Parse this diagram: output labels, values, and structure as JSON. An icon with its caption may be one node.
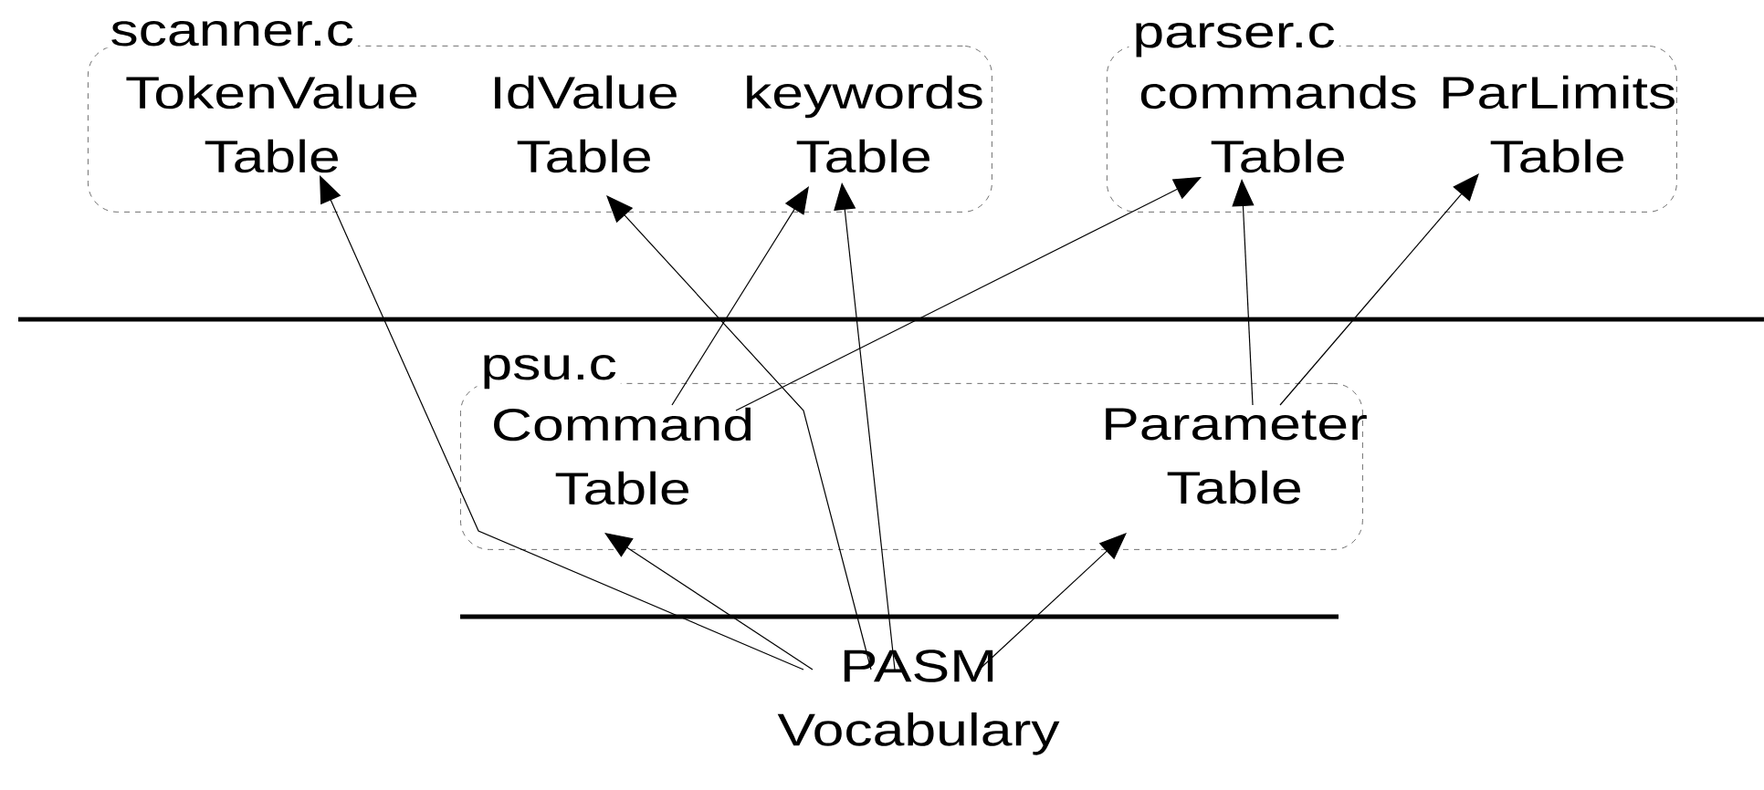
{
  "diagram": {
    "nodes": [
      {
        "text": [
          "scanner.c"
        ]
      },
      {
        "text": [
          "TokenValue Table"
        ],
        "in": 0
      },
      {
        "text": [
          "IdValue Table"
        ],
        "in": 0
      },
      {
        "text": [
          "keywords Table"
        ],
        "in": 0
      },
      {
        "text": [
          "parser.c"
        ]
      },
      {
        "text": [
          "commands Table"
        ],
        "in": 4
      },
      {
        "text": [
          "ParLimits Table"
        ],
        "in": 4
      },
      {
        "text": [
          "psu.c"
        ]
      },
      {
        "text": [
          "Command Table"
        ],
        "in": 7
      },
      {
        "text": [
          "Parameter Table"
        ],
        "in": 7
      },
      {
        "text": [
          "PASM Vocabulary"
        ]
      }
    ],
    "edges": [
      {
        "from": 10,
        "to": 1,
        "arrow": "to"
      },
      {
        "from": 10,
        "to": 2,
        "arrow": "to"
      },
      {
        "from": 8,
        "to": 3,
        "arrow": "to"
      },
      {
        "from": 10,
        "to": 3,
        "arrow": "to"
      },
      {
        "from": 8,
        "to": 5,
        "arrow": "to"
      },
      {
        "from": 9,
        "to": 5,
        "arrow": "to"
      },
      {
        "from": 9,
        "to": 6,
        "arrow": "to"
      },
      {
        "from": 10,
        "to": 8,
        "arrow": "to"
      },
      {
        "from": 10,
        "to": 9,
        "arrow": "to"
      }
    ]
  }
}
